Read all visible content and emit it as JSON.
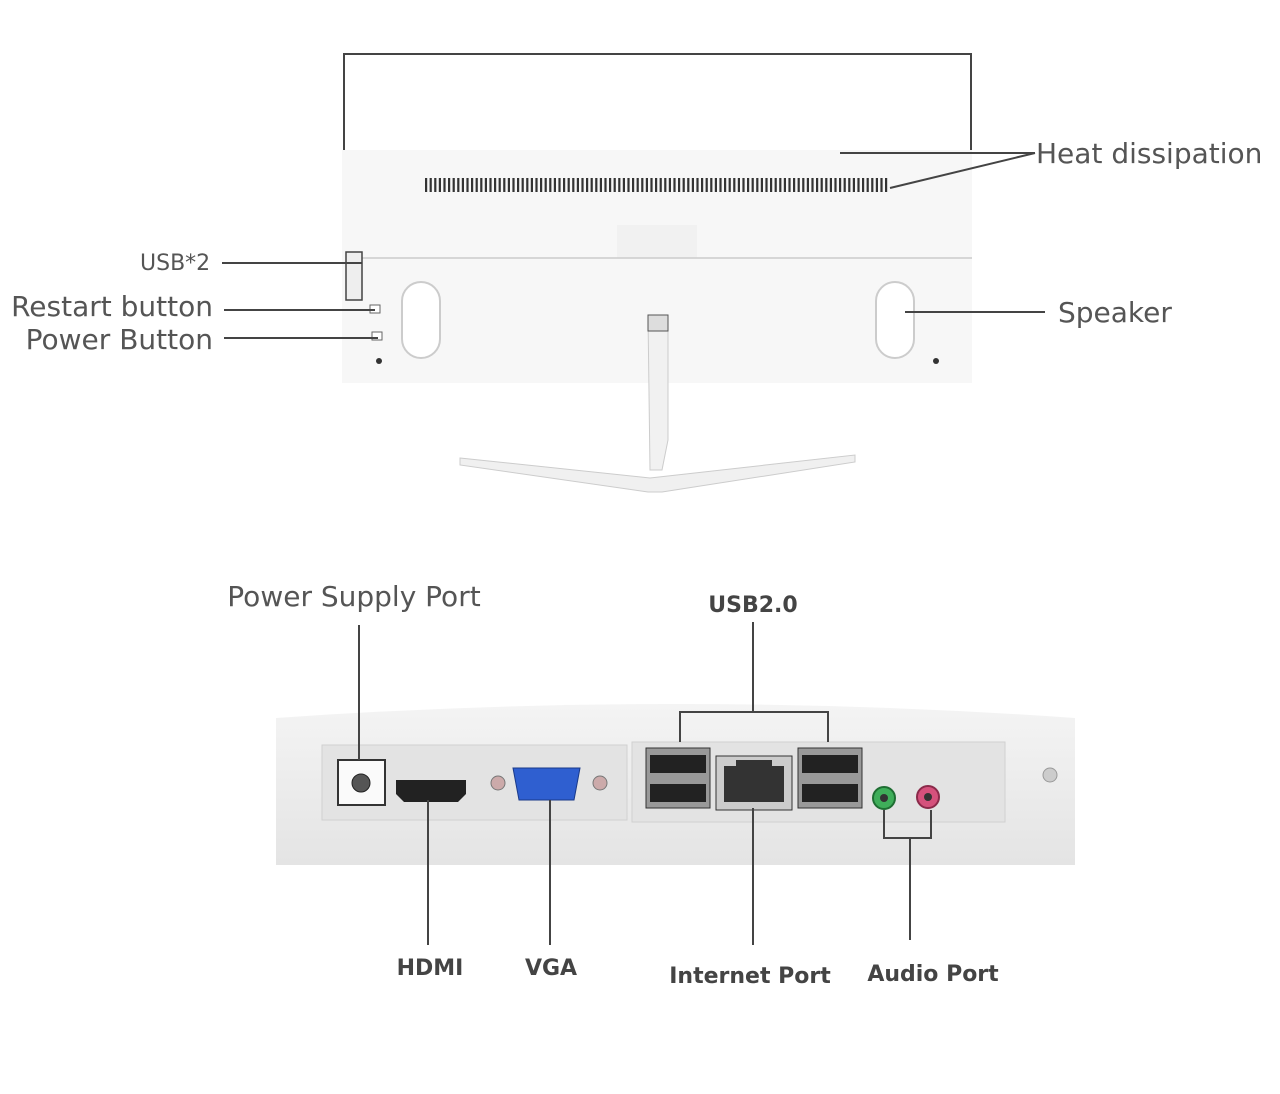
{
  "top_view": {
    "labels": {
      "heat_dissipation": "Heat dissipation",
      "usb2": "USB*2",
      "restart_button": "Restart button",
      "power_button": "Power Button",
      "speaker": "Speaker"
    }
  },
  "bottom_view": {
    "labels": {
      "power_supply_port": "Power Supply Port",
      "usb20": "USB2.0",
      "hdmi": "HDMI",
      "vga": "VGA",
      "internet_port": "Internet Port",
      "audio_port": "Audio Port"
    }
  },
  "colors": {
    "vga_blue": "#2f5fd0",
    "audio_green": "#3fae5a",
    "audio_pink": "#d5517c"
  }
}
